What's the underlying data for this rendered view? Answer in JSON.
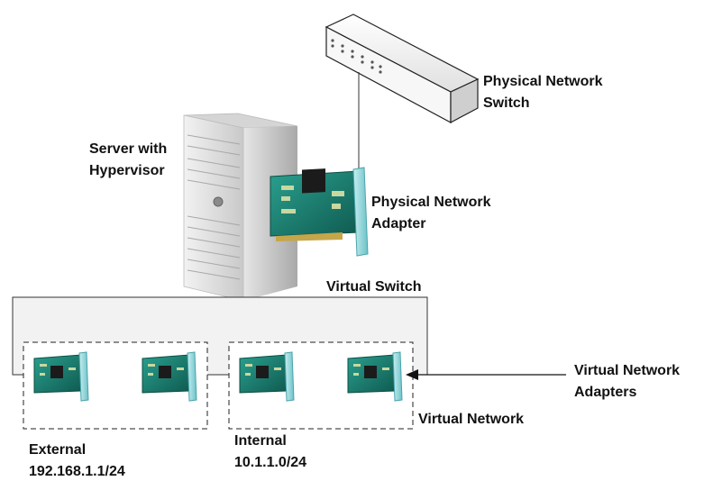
{
  "labels": {
    "physical_switch": [
      "Physical Network",
      "Switch"
    ],
    "server": [
      "Server with",
      "Hypervisor"
    ],
    "physical_adapter": [
      "Physical Network",
      "Adapter"
    ],
    "virtual_switch": "Virtual Switch",
    "virtual_adapters": [
      "Virtual Network",
      "Adapters"
    ],
    "virtual_network": "Virtual Network",
    "external": [
      "External",
      "192.168.1.1/24"
    ],
    "internal": [
      "Internal",
      "10.1.1.0/24"
    ]
  },
  "colors": {
    "card_green": "#1f8a7a",
    "card_dark": "#0f5a50",
    "bracket": "#8fd3d8",
    "switch_body": "#f4f4f4",
    "server_body": "#e2e2e2",
    "virtual_switch_fill": "#f2f2f2",
    "line": "#333333"
  }
}
